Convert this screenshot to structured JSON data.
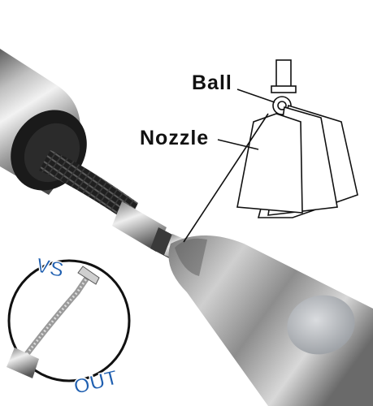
{
  "labels": {
    "ball": "Ball",
    "nozzle": "Nozzle",
    "inset_top": "VS",
    "inset_bottom": "OUT"
  },
  "colors": {
    "label_text": "#111111",
    "inset_text": "#1f5fb0",
    "steel_light": "#e6e6e6",
    "steel_dark": "#6d6d6d",
    "hose_braid": "#2a2a2a",
    "button_grey": "#b9bcc0"
  }
}
